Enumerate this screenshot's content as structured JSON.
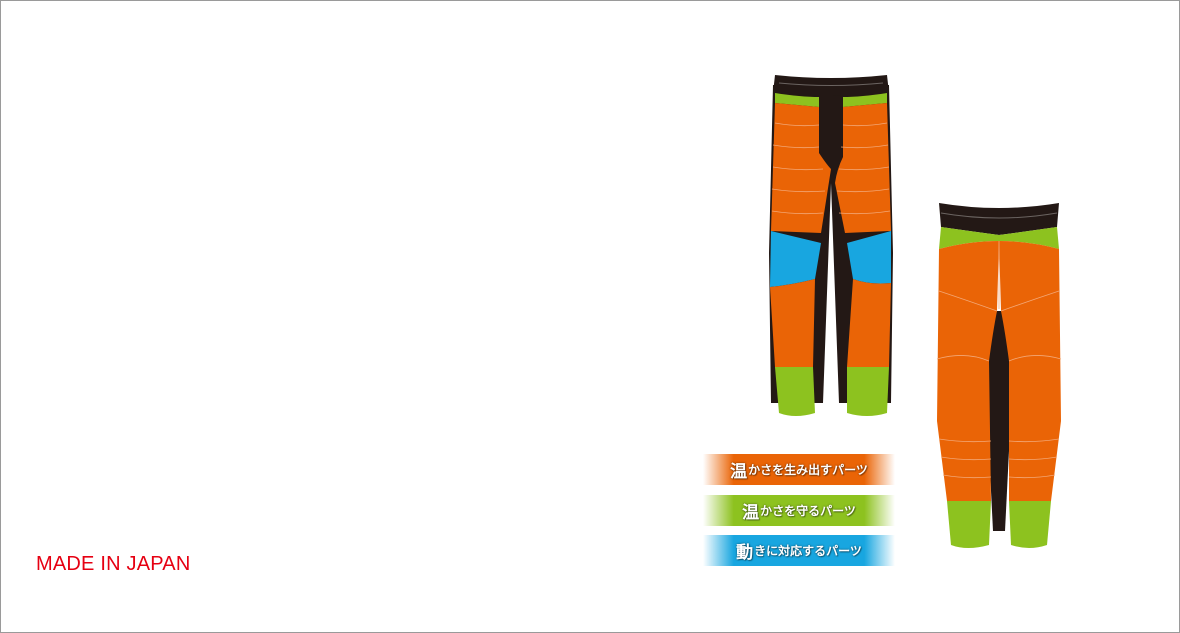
{
  "colors": {
    "warm": "#ea6406",
    "protect": "#8dc21f",
    "motion": "#18a6e0",
    "band": "#231815",
    "made_text": "#e60012"
  },
  "made_in": "MADE IN JAPAN",
  "legend": [
    {
      "lead": "温",
      "rest": "かさを生み出すパーツ",
      "color": "#ea6406"
    },
    {
      "lead": "温",
      "rest": "かさを守るパーツ",
      "color": "#8dc21f"
    },
    {
      "lead": "動",
      "rest": "きに対応するパーツ",
      "color": "#18a6e0"
    }
  ]
}
